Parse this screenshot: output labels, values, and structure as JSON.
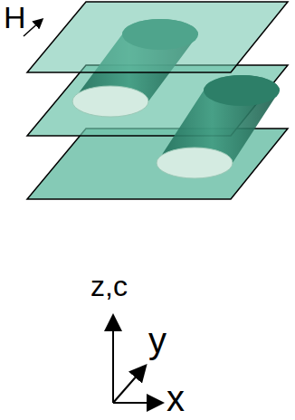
{
  "diagram": {
    "labels": [
      "H",
      "z,c",
      "y",
      "x"
    ]
  }
}
